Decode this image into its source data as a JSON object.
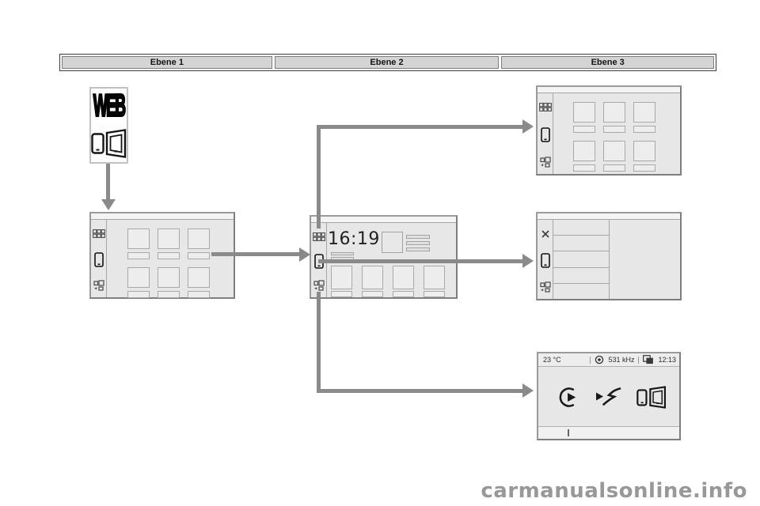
{
  "header": {
    "levels": [
      "Ebene 1",
      "Ebene 2",
      "Ebene 3"
    ]
  },
  "source_card": {
    "logo_text": "WEB"
  },
  "screens": {
    "level2_home": {
      "clock": "16:19"
    },
    "level3_radio": {
      "temperature": "23 °C",
      "frequency": "531 kHz",
      "time": "12:13"
    }
  },
  "icons": {
    "source_card": [
      "smartphone-icon",
      "tablet-mirror-icon"
    ],
    "sidebar_home": [
      "grid-menu-icon",
      "smartphone-icon",
      "widgets-icon"
    ],
    "sidebar_list": [
      "close-icon",
      "smartphone-icon",
      "widgets-icon"
    ],
    "connection_screen": [
      "play-circle-icon",
      "mirrorlink-icon",
      "mirror-screen-devices-icon"
    ],
    "radio_statusbar": [
      "speaker-icon",
      "windows-stack-icon"
    ]
  },
  "colors": {
    "connector": "#8a8a8a",
    "screen_background": "#e7e7e8",
    "screen_border": "#8b8b8b",
    "header_cell_background": "#d4d4d4",
    "watermark_text": "#989898"
  },
  "watermark": "carmanualsonline.info"
}
